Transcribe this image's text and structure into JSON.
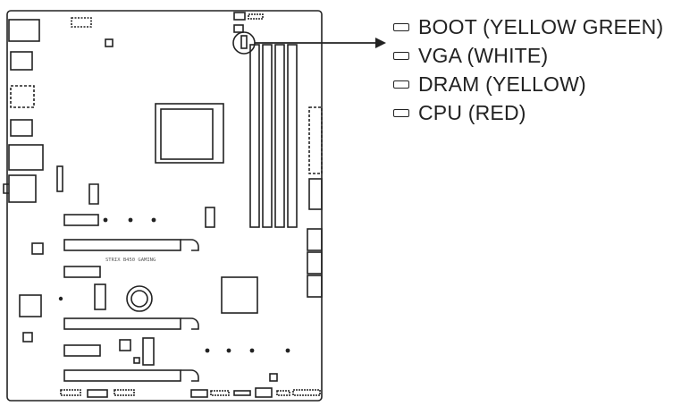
{
  "legend": {
    "items": [
      {
        "label": "BOOT (YELLOW GREEN)",
        "icon": "led-indicator-icon"
      },
      {
        "label": "VGA (WHITE)",
        "icon": "led-indicator-icon"
      },
      {
        "label": "DRAM (YELLOW)",
        "icon": "led-indicator-icon"
      },
      {
        "label": "CPU (RED)",
        "icon": "led-indicator-icon"
      }
    ]
  },
  "board": {
    "silkscreen_text": "STRIX B450 GAMING"
  },
  "colors": {
    "ink": "#222222",
    "board_background": "#ffffff"
  }
}
